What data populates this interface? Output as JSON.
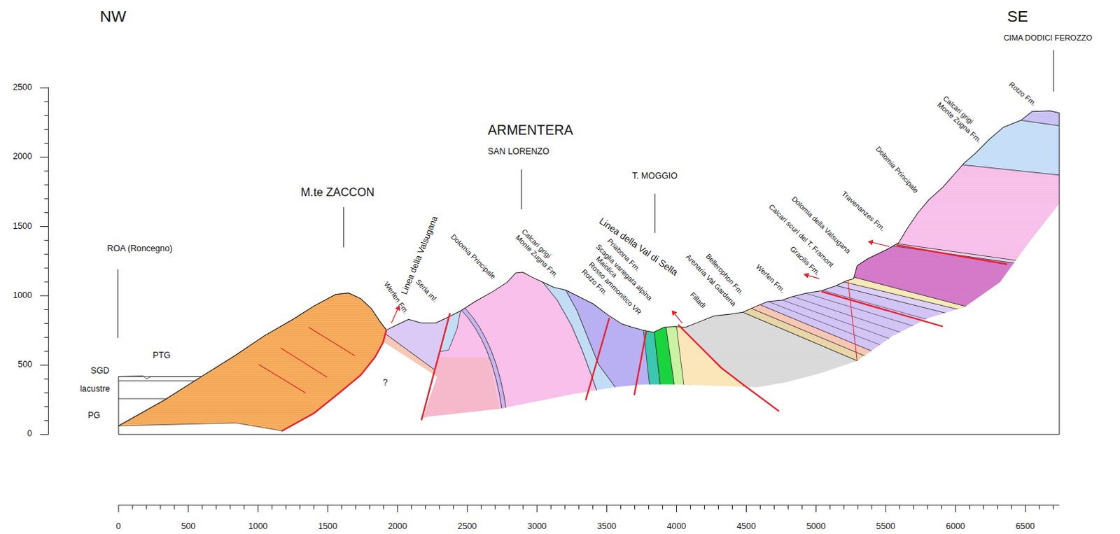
{
  "diagram": {
    "labels": [
      "NW",
      "SE",
      "CIMA DODICI FEROZZO",
      "Rotzo Fm.",
      "Calcari grigi Monte Zugna Fm.",
      "Dolomia Principale",
      "Travenanzes Fm.",
      "Dolomia della Valsugana",
      "Calcari scuri del T. Framont",
      "Gracilis Fm.",
      "Werfen Fm.",
      "Bellerophon Fm.",
      "Arenaria Val Gardena",
      "Filladi",
      "Linea della Val di Sella",
      "T. MOGGIO",
      "ARMENTERA",
      "SAN LORENZO",
      "M.te ZACCON",
      "Linea della Valsugana",
      "Werfen Fm.",
      "Serla inf.",
      "Dolomia Principale",
      "Calcari grigi Monte Zugna Fm.",
      "Scaglia variegata alpina",
      "Priabona Fm.",
      "Maiolica",
      "Rosso ammonitico VR",
      "Rotzo Fm.",
      "ROA (Roncegno)",
      "PTG",
      "SGD",
      "lacustre",
      "PG",
      "?",
      "2500",
      "2000",
      "1500",
      "1000",
      "500",
      "0",
      "0",
      "500",
      "1000",
      "1500",
      "2000",
      "2500",
      "3000",
      "3500",
      "4000",
      "4500",
      "5000",
      "5500",
      "6000",
      "6500"
    ]
  }
}
